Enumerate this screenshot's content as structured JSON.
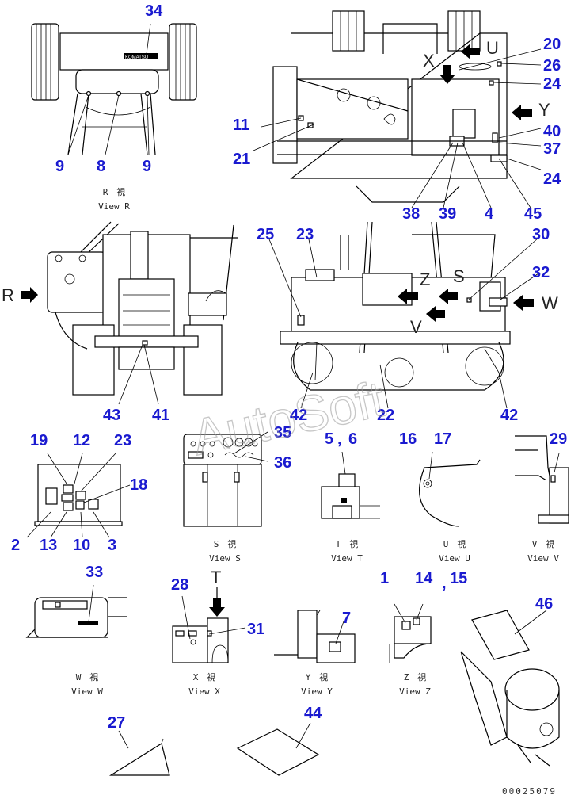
{
  "callouts": {
    "n34": "34",
    "n9a": "9",
    "n8": "8",
    "n9b": "9",
    "n20": "20",
    "n26": "26",
    "n24a": "24",
    "n11": "11",
    "n21": "21",
    "n40": "40",
    "n37": "37",
    "n24b": "24",
    "n38": "38",
    "n39": "39",
    "n4": "4",
    "n45": "45",
    "n25": "25",
    "n23a": "23",
    "n30": "30",
    "n32": "32",
    "n43": "43",
    "n41": "41",
    "n42a": "42",
    "n22": "22",
    "n42b": "42",
    "n19": "19",
    "n12": "12",
    "n23b": "23",
    "n18": "18",
    "n2": "2",
    "n13": "13",
    "n10": "10",
    "n3": "3",
    "n35": "35",
    "n36": "36",
    "n5": "5",
    "n6": "6",
    "n16": "16",
    "n17": "17",
    "n29": "29",
    "n33": "33",
    "n28": "28",
    "n31": "31",
    "n7": "7",
    "n1": "1",
    "n14": "14",
    "n15": "15",
    "n46": "46",
    "n27": "27",
    "n44": "44",
    "comma56": ",",
    "comma1415": ","
  },
  "views": {
    "r_jp": "R　視",
    "r_en": "View R",
    "s_jp": "S　視",
    "s_en": "View S",
    "t_jp": "T　視",
    "t_en": "View T",
    "u_jp": "U　視",
    "u_en": "View U",
    "v_jp": "V　視",
    "v_en": "View V",
    "w_jp": "W　視",
    "w_en": "View W",
    "x_jp": "X　視",
    "x_en": "View X",
    "y_jp": "Y　視",
    "y_en": "View Y",
    "z_jp": "Z　視",
    "z_en": "View Z"
  },
  "view_letters": {
    "x": "X",
    "u": "U",
    "y": "Y",
    "r": "R",
    "z": "Z",
    "s": "S",
    "v": "V",
    "w": "W",
    "t": "T"
  },
  "brand_label": "KOMATSU",
  "watermark": "AutoSoft",
  "reference_code": "00025079",
  "colors": {
    "callout": "#1a1ad0",
    "line": "#000000"
  }
}
